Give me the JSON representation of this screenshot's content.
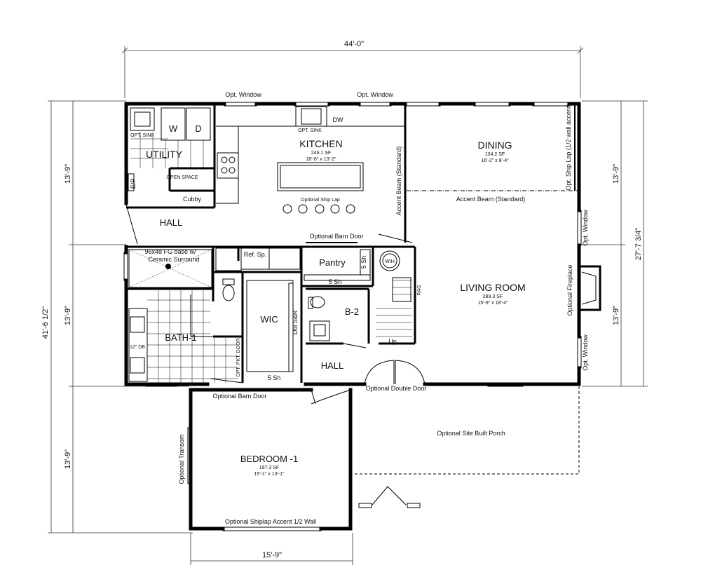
{
  "dimensions": {
    "top_width": "44'-0\"",
    "left_total": "41'-6 1/2\"",
    "left_seg_1": "13'-9\"",
    "left_seg_2": "13'-9\"",
    "left_seg_3": "13'-9\"",
    "right_total": "27'-7 3/4\"",
    "right_seg_1": "13'-9\"",
    "right_seg_2": "13'-9\"",
    "bottom_bedroom": "15'-9\""
  },
  "rooms": {
    "kitchen": {
      "name": "KITCHEN",
      "area": "246.1 SF",
      "size": "18'-8\" x 13'-2\""
    },
    "dining": {
      "name": "DINING",
      "area": "134.2 SF",
      "size": "16'-2\" x 8'-4\""
    },
    "living": {
      "name": "LIVING ROOM",
      "area": "289.3 SF",
      "size": "15'-9\" x 18'-4\""
    },
    "bedroom": {
      "name": "BEDROOM -1",
      "area": "197.3 SF",
      "size": "15'-1\" x 13'-1\""
    },
    "utility": {
      "name": "UTILITY"
    },
    "hall_upper": {
      "name": "HALL"
    },
    "hall_lower": {
      "name": "HALL"
    },
    "bath1": {
      "name": "BATH-1"
    },
    "wic": {
      "name": "WIC"
    },
    "pantry": {
      "name": "Pantry"
    },
    "b2": {
      "name": "B-2"
    }
  },
  "labels": {
    "opt_window_1": "Opt. Window",
    "opt_window_2": "Opt. Window",
    "opt_window_3": "Opt. Window",
    "opt_window_4": "Opt. Window",
    "opt_sink_utility": "OPT. SINK",
    "opt_sink_kitchen": "OPT. SINK",
    "dw": "DW",
    "washer": "W",
    "dryer": "D",
    "ep": "E/P",
    "open_space": "OPEN SPACE",
    "cubby": "Cubby",
    "optional_ship_lap": "Optional Ship Lap",
    "accent_beam_vertical": "Accent Beam (Standard)",
    "accent_beam_horizontal": "Accent Beam (Standard)",
    "ship_lap_wall": "Opt. Ship Lap (1/2 wall accent)",
    "optional_barn_door_pantry": "Optional Barn Door",
    "ref_sp": "Ref. Sp.",
    "shower_note_1": "96x48 FG base w/",
    "shower_note_2": "Ceramic Surround",
    "five_sh_1": "5 Sh",
    "five_sh_2": "5 Sh",
    "five_sh_3": "5 Sh",
    "wh": "W/H",
    "rag": "RAG",
    "up": "Up",
    "dbl_sr": "Dbl S&R",
    "twelve_db": "12\" DB",
    "opt_pkt_door": "OPT. PKT. DOOR",
    "optional_fireplace": "Optional Fireplace",
    "optional_barn_door_bedroom": "Optional Barn Door",
    "optional_double_door": "Optional Double Door",
    "optional_site_built_porch": "Optional Site Built Porch",
    "optional_transom": "Optional Transom",
    "optional_shiplap_accent": "Optional Shiplap Accent 1/2 Wall"
  }
}
